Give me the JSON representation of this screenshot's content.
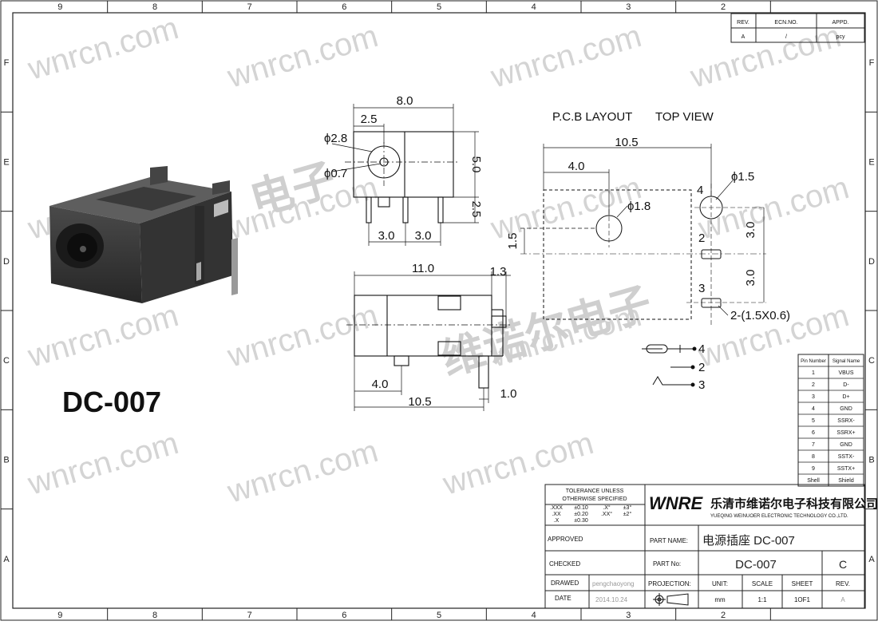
{
  "frame": {
    "col_labels": [
      "9",
      "8",
      "7",
      "6",
      "5",
      "4",
      "3",
      "2"
    ],
    "row_labels": [
      "F",
      "E",
      "D",
      "C",
      "B",
      "A"
    ]
  },
  "revision_table": {
    "headers": [
      "REV.",
      "ECN.NO.",
      "APPD."
    ],
    "row": [
      "A",
      "/",
      "pcy"
    ]
  },
  "watermarks": {
    "latin": "wnrcn.com",
    "chinese_1": "维诺尔电子",
    "chinese_2": "电子"
  },
  "product": {
    "model": "DC-007"
  },
  "front_view": {
    "width": "8.0",
    "offset": "2.5",
    "hole_outer": "ϕ2.8",
    "hole_inner": "ϕ0.7",
    "height": "5.0",
    "pin_length": "2.5",
    "pin_pitch_1": "3.0",
    "pin_pitch_2": "3.0"
  },
  "side_view": {
    "length": "11.0",
    "extra": "1.3",
    "pin_offset": "4.0",
    "pin_span": "10.5",
    "tab": "1.0",
    "left": "1.5"
  },
  "pcb_layout": {
    "title": "P.C.B LAYOUT",
    "subtitle": "TOP VIEW",
    "span": "10.5",
    "hole_offset": "4.0",
    "pin4_hole": "ϕ1.5",
    "center_hole": "ϕ1.8",
    "pitch_1": "3.0",
    "pitch_2": "3.0",
    "slot_note": "2-(1.5X0.6)",
    "pin_labels": [
      "4",
      "2",
      "3"
    ]
  },
  "schematic": {
    "pins": [
      "4",
      "2",
      "3"
    ]
  },
  "pin_table": {
    "headers": [
      "Pin Number",
      "Signal Name"
    ],
    "rows": [
      [
        "1",
        "VBUS"
      ],
      [
        "2",
        "D-"
      ],
      [
        "3",
        "D+"
      ],
      [
        "4",
        "GND"
      ],
      [
        "5",
        "SSRX-"
      ],
      [
        "6",
        "SSRX+"
      ],
      [
        "7",
        "GND"
      ],
      [
        "8",
        "SSTX-"
      ],
      [
        "9",
        "SSTX+"
      ],
      [
        "Shell",
        "Shield"
      ]
    ]
  },
  "title_block": {
    "tolerance_title_1": "TOLERANCE  UNLESS",
    "tolerance_title_2": "OTHERWISE  SPECIFIED",
    "tol_rows": [
      [
        ".XXX",
        "±0.10",
        ".X°",
        "±3°"
      ],
      [
        ".XX",
        "±0.20",
        ".XX°",
        "±2°"
      ],
      [
        ".X",
        "±0.30",
        "",
        ""
      ]
    ],
    "logo": "WNRE",
    "company_cn": "乐清市维诺尔电子科技有限公司",
    "company_en": "YUEQING WEINUOER ELECTRONIC TECHNOLOGY CO.,LTD.",
    "approved_label": "APPROVED",
    "checked_label": "CHECKED",
    "drawed_label": "DRAWED",
    "drawed_value": "pengchaoyong",
    "date_label": "DATE",
    "date_value": "2014.10.24",
    "part_name_label": "PART NAME:",
    "part_name_value": "电源插座 DC-007",
    "part_no_label": "PART No:",
    "part_no_value": "DC-007",
    "rev_code": "C",
    "projection_label": "PROJECTION:",
    "unit_label": "UNIT:",
    "unit_value": "mm",
    "scale_label": "SCALE",
    "scale_value": "1:1",
    "sheet_label": "SHEET",
    "sheet_value": "1OF1",
    "rev_label": "REV.",
    "rev_value": "A"
  }
}
